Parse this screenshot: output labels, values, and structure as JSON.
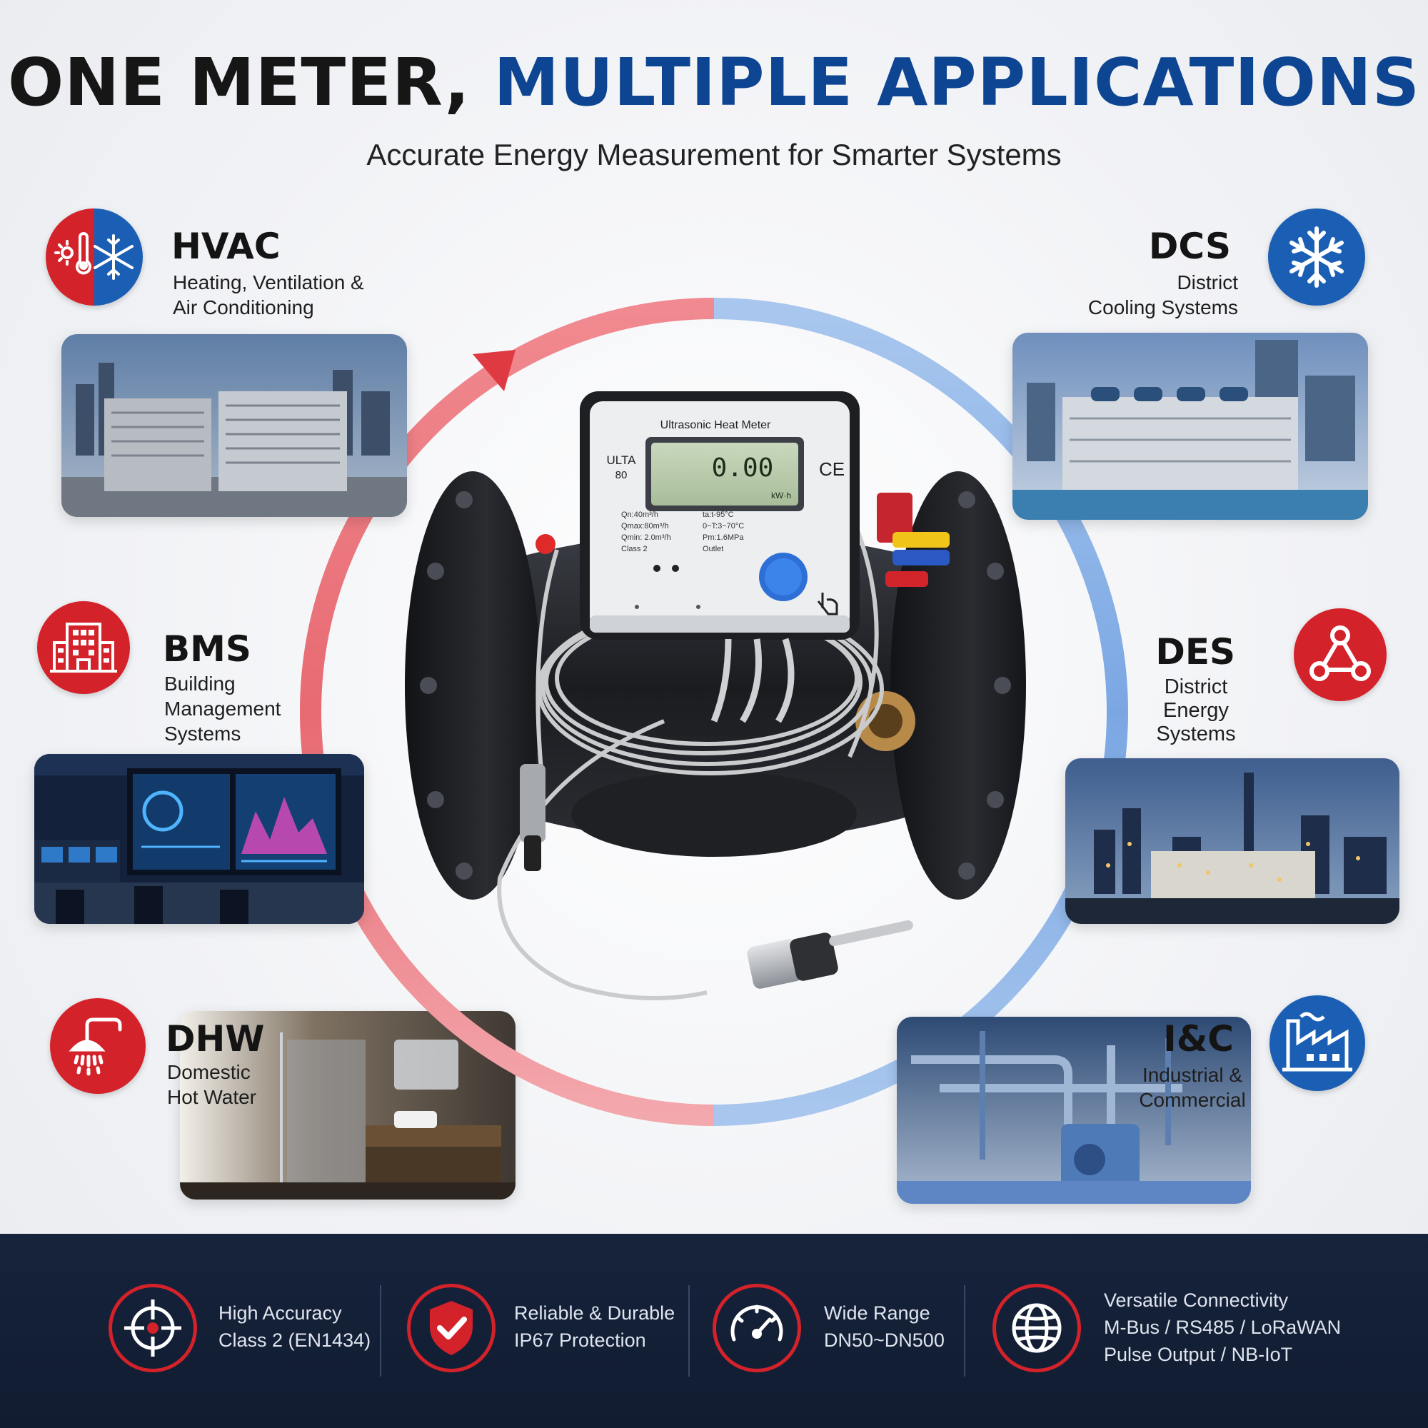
{
  "header": {
    "title_part1": "ONE METER,",
    "title_part2": "MULTIPLE APPLICATIONS",
    "subtitle": "Accurate Energy Measurement for Smarter Systems"
  },
  "applications": {
    "hvac": {
      "title": "HVAC",
      "line1": "Heating, Ventilation &",
      "line2": "Air Conditioning",
      "icon": "thermometer-snowflake-icon"
    },
    "dcs": {
      "title": "DCS",
      "line1": "District",
      "line2": "Cooling Systems",
      "icon": "snowflake-icon"
    },
    "bms": {
      "title": "BMS",
      "line1": "Building",
      "line2": "Management",
      "line3": "Systems",
      "icon": "building-icon"
    },
    "des": {
      "title": "DES",
      "line1": "District",
      "line2": "Energy",
      "line3": "Systems",
      "icon": "network-triangle-icon"
    },
    "dhw": {
      "title": "DHW",
      "line1": "Domestic",
      "line2": "Hot Water",
      "icon": "shower-icon"
    },
    "ic": {
      "title": "I&C",
      "line1": "Industrial &",
      "line2": "Commercial",
      "icon": "factory-icon"
    }
  },
  "meter": {
    "label": "Ultrasonic Heat Meter",
    "model_line1": "ULTA",
    "model_line2": "80",
    "display_value": "0.00",
    "display_unit": "kW·h",
    "mark": "CE",
    "specs_left": [
      "Qn:40m³/h",
      "Qmax:80m³/h",
      "Qmin: 2.0m³/h",
      "Class 2"
    ],
    "specs_right": [
      "ta:t-95°C",
      "0~T:3~70°C",
      "Pm:1.6MPa",
      "Outlet"
    ]
  },
  "features": [
    {
      "line1": "High Accuracy",
      "line2": "Class 2 (EN1434)",
      "icon": "crosshair-icon"
    },
    {
      "line1": "Reliable & Durable",
      "line2": "IP67 Protection",
      "icon": "shield-check-icon"
    },
    {
      "line1": "Wide Range",
      "line2": "DN50~DN500",
      "icon": "gauge-icon"
    },
    {
      "line1": "Versatile Connectivity",
      "line2": "M-Bus / RS485 / LoRaWAN",
      "line3": "Pulse Output / NB-IoT",
      "icon": "globe-icon"
    }
  ],
  "colors": {
    "accent_blue": "#0d4592",
    "accent_red": "#d4222a",
    "footer_bg": "#16233b"
  }
}
